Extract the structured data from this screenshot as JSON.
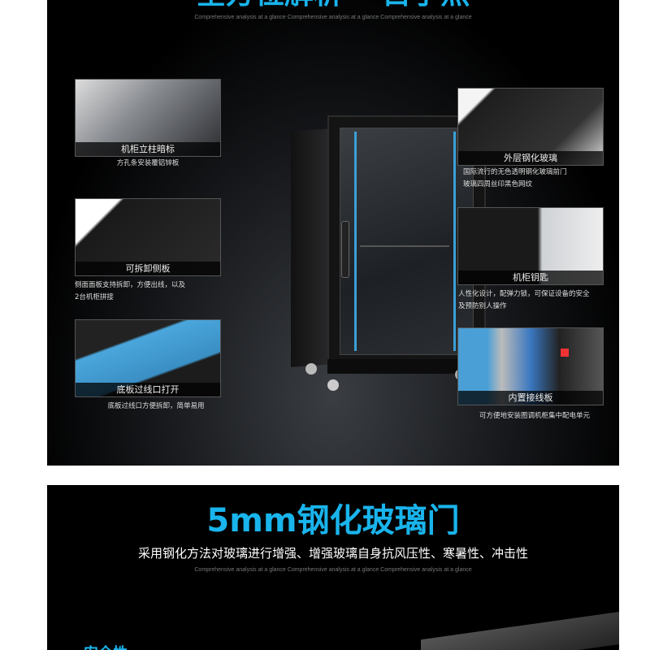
{
  "section1": {
    "title": "全方位解析 一目了然",
    "subtitle": "Comprehensive analysis at a glance Comprehensive analysis at a glance Comprehensive analysis at a glance",
    "features": [
      {
        "label": "机柜立柱暗标",
        "caption": [
          "方孔条安装覆铝锌板"
        ]
      },
      {
        "label": "可拆卸侧板",
        "caption": [
          "侧面面板支持拆卸，方便出线，以及",
          "2台机柜拼接"
        ]
      },
      {
        "label": "底板过线口打开",
        "caption": [
          "底板过线口方便拆卸，简单易用"
        ]
      },
      {
        "label": "外层钢化玻璃",
        "caption": [
          "国际流行的无色透明钢化玻璃前门",
          "玻璃四周丝印黑色网纹"
        ]
      },
      {
        "label": "机柜钥匙",
        "caption": [
          "人性化设计，配弹力锁，可保证设备的安全",
          "及预防别人操作"
        ]
      },
      {
        "label": "内置接线板",
        "caption": [
          "可方便地安装图调机柜集中配电单元"
        ]
      }
    ]
  },
  "section2": {
    "title": "5mm钢化玻璃门",
    "description": "采用钢化方法对玻璃进行增强、增强玻璃自身抗风压性、寒暑性、冲击性",
    "subtitle": "Comprehensive analysis at a glance Comprehensive analysis at a glance Comprehensive analysis at a glance",
    "side_label": "安全性"
  },
  "colors": {
    "accent": "#19b4ec",
    "background": "#000000"
  }
}
